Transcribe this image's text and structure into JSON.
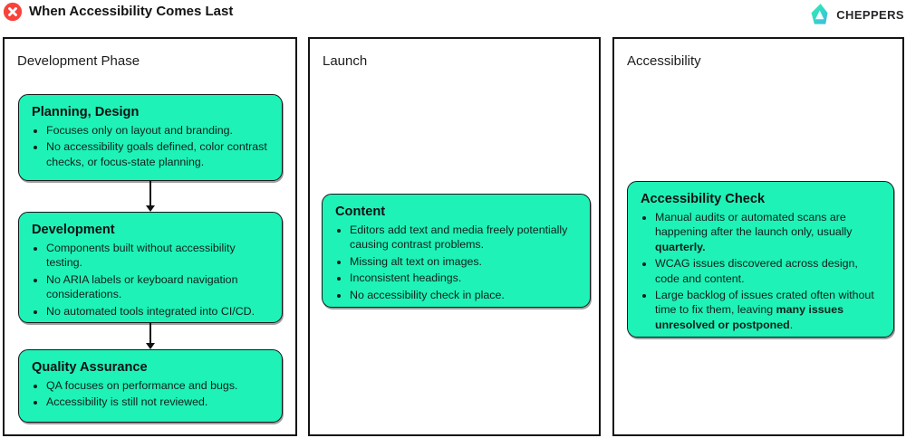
{
  "page": {
    "title": "When Accessibility Comes Last",
    "brand": "CHEPPERS"
  },
  "icons": {
    "title_icon": "x-circle-icon",
    "brand_icon": "gem-icon"
  },
  "colors": {
    "box_fill": "#1EF2B7",
    "error_red": "#F9423A",
    "brand_gradient_start": "#2EF2A8",
    "brand_gradient_end": "#3FB8E8",
    "column_border": "#141414",
    "text": "#121417"
  },
  "columns": [
    {
      "title": "Development Phase",
      "boxes": [
        {
          "title": "Planning, Design",
          "bullets": [
            [
              {
                "t": "Focuses only on layout and branding."
              }
            ],
            [
              {
                "t": "No accessibility goals defined, color contrast checks, or focus-state planning."
              }
            ]
          ]
        },
        {
          "title": "Development",
          "bullets": [
            [
              {
                "t": "Components built without accessibility testing."
              }
            ],
            [
              {
                "t": "No ARIA labels or keyboard navigation considerations."
              }
            ],
            [
              {
                "t": "No automated tools integrated into CI/CD."
              }
            ]
          ]
        },
        {
          "title": "Quality Assurance",
          "bullets": [
            [
              {
                "t": "QA focuses on performance and bugs."
              }
            ],
            [
              {
                "t": "Accessibility is still not reviewed."
              }
            ]
          ]
        }
      ]
    },
    {
      "title": "Launch",
      "boxes": [
        {
          "title": "Content",
          "bullets": [
            [
              {
                "t": "Editors add text and media freely potentially causing contrast problems."
              }
            ],
            [
              {
                "t": "Missing alt text on images."
              }
            ],
            [
              {
                "t": "Inconsistent headings."
              }
            ],
            [
              {
                "t": "No accessibility check in place."
              }
            ]
          ]
        }
      ]
    },
    {
      "title": "Accessibility",
      "boxes": [
        {
          "title": "Accessibility Check",
          "bullets": [
            [
              {
                "t": "Manual audits or automated scans are happening after the launch only, usually "
              },
              {
                "t": "quarterly.",
                "b": true
              }
            ],
            [
              {
                "t": "WCAG issues discovered across design, code and content."
              }
            ],
            [
              {
                "t": "Large backlog of issues crated often without time to fix them, leaving "
              },
              {
                "t": "many issues unresolved or postponed",
                "b": true
              },
              {
                "t": "."
              }
            ]
          ]
        }
      ]
    }
  ]
}
